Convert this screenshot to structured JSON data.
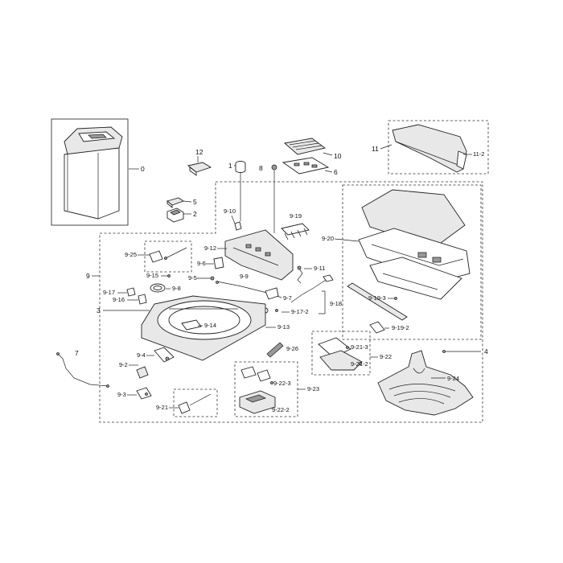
{
  "labels": {
    "l0": "0",
    "l2": "2",
    "l3": "3",
    "l4": "4",
    "l5": "5",
    "l6": "6",
    "l7": "7",
    "l8": "8",
    "l9": "9",
    "l10": "10",
    "l11": "11",
    "l11_2": "11-2",
    "l12": "12",
    "l1": "1",
    "l9_2": "9-2",
    "l9_3": "9-3",
    "l9_4": "9-4",
    "l9_5": "9-5",
    "l9_6": "9-6",
    "l9_7": "9-7",
    "l9_8": "9-8",
    "l9_9": "9-9",
    "l9_10": "9-10",
    "l9_11": "9-11",
    "l9_12": "9-12",
    "l9_13": "9-13",
    "l9_14": "9-14",
    "l9_15": "9-15",
    "l9_16": "9-16",
    "l9_17": "9-17",
    "l9_17_2": "9-17-2",
    "l9_18": "9-18",
    "l9_19": "9-19",
    "l9_19_2": "9-19-2",
    "l9_19_3": "9-19-3",
    "l9_20": "9-20",
    "l9_21": "9-21",
    "l9_21_2": "9-21-2",
    "l9_21_3": "9-21-3",
    "l9_22": "9-22",
    "l9_22_2": "9-22-2",
    "l9_22_3": "9-22-3",
    "l9_23": "9-23",
    "l9_24": "9-24",
    "l9_25": "9-25",
    "l9_26": "9-26"
  }
}
